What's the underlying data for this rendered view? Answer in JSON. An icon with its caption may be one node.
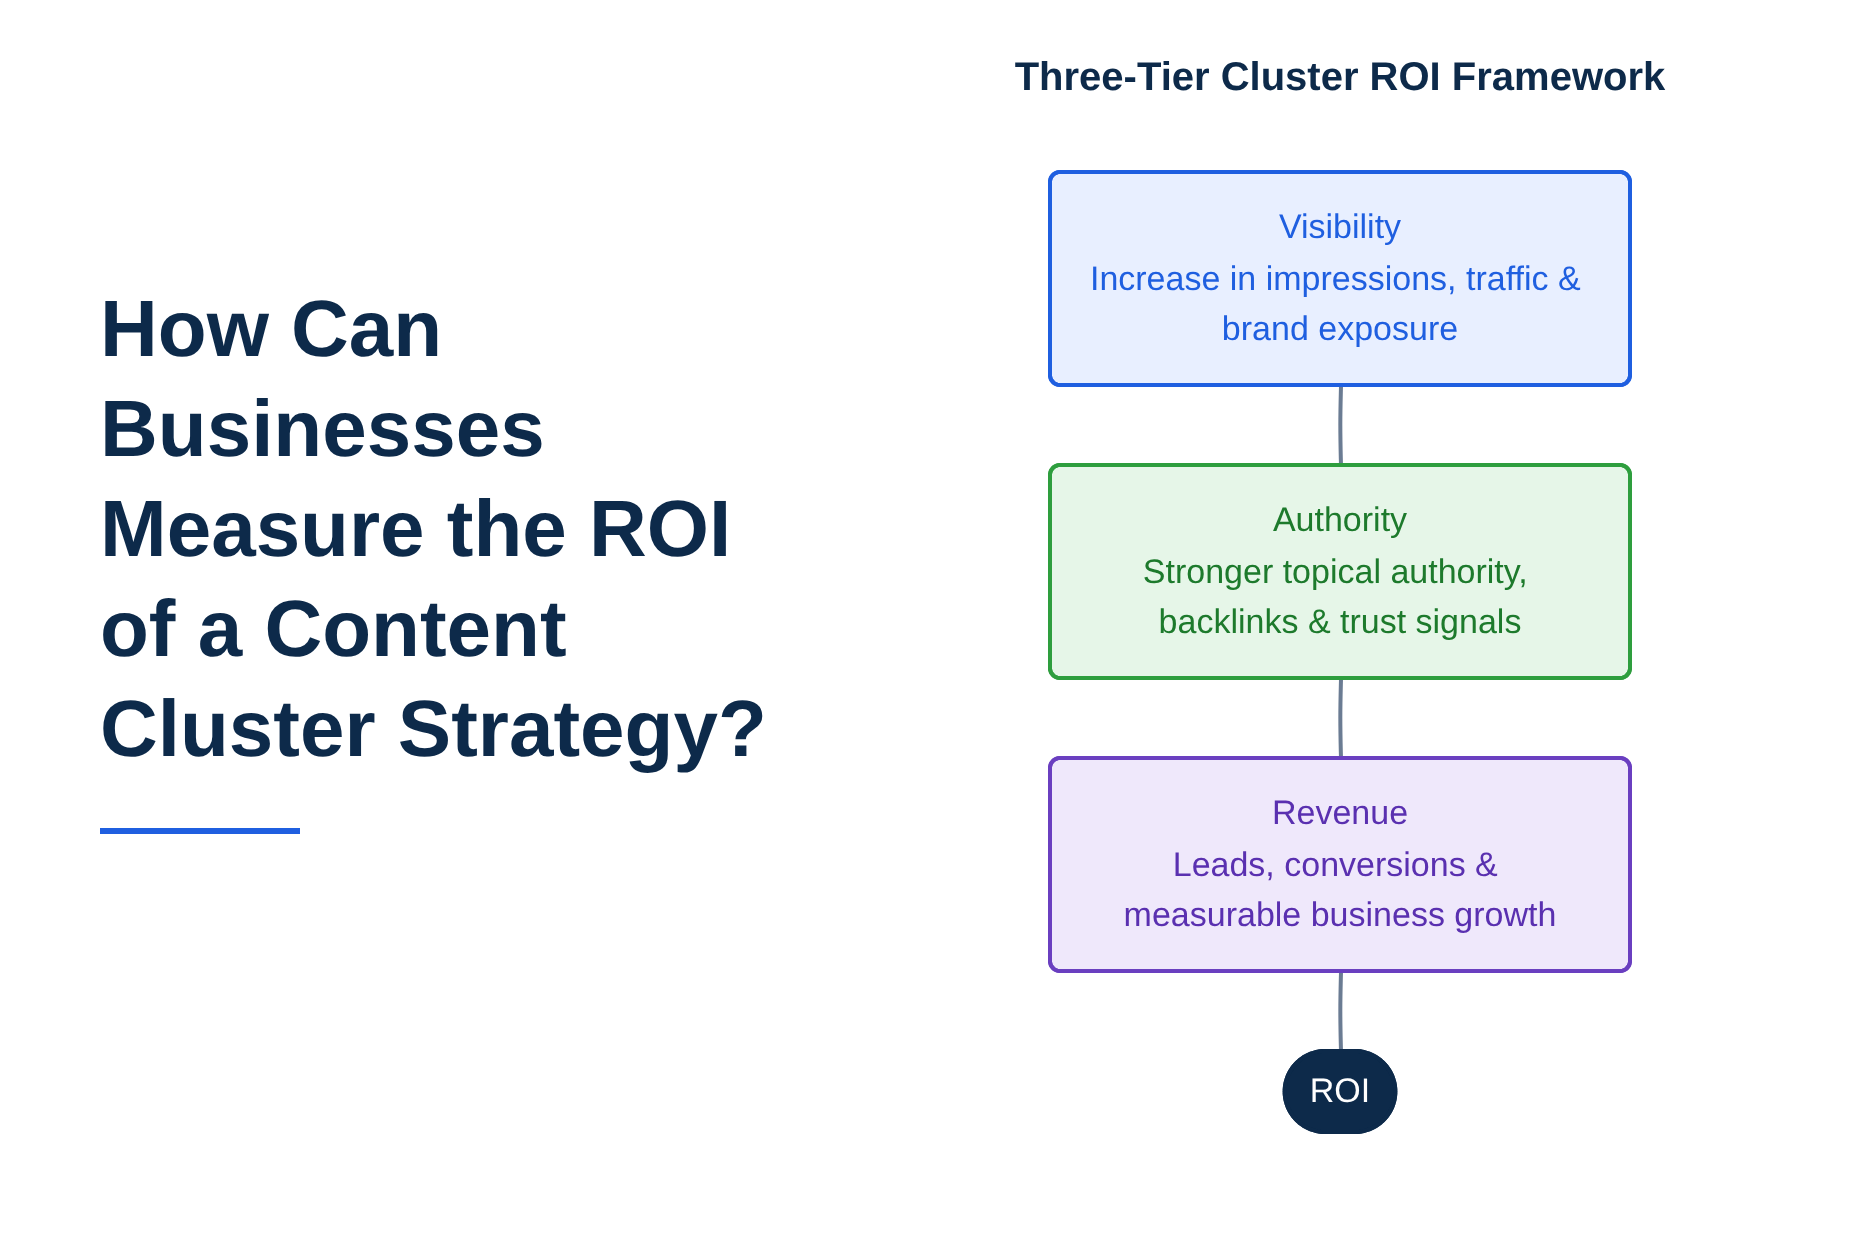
{
  "diagram": {
    "title": "How Can Businesses Measure the ROI of a Content Cluster Strategy?",
    "nodes": [
      {
        "text": [
          "Visibility",
          "Increase in impressions, traffic & brand exposure"
        ]
      },
      {
        "text": [
          "Authority",
          "Stronger topical authority, backlinks & trust signals"
        ]
      },
      {
        "text": [
          "Revenue",
          "Leads, conversions & measurable business growth"
        ]
      },
      {
        "text": [
          "ROI"
        ]
      }
    ],
    "edges": [
      {
        "from": 0,
        "to": 1,
        "arrow": "none"
      },
      {
        "from": 1,
        "to": 2,
        "arrow": "none"
      },
      {
        "from": 2,
        "to": 3,
        "arrow": "none"
      }
    ],
    "labels": [
      "Three-Tier Cluster ROI Framework"
    ]
  }
}
